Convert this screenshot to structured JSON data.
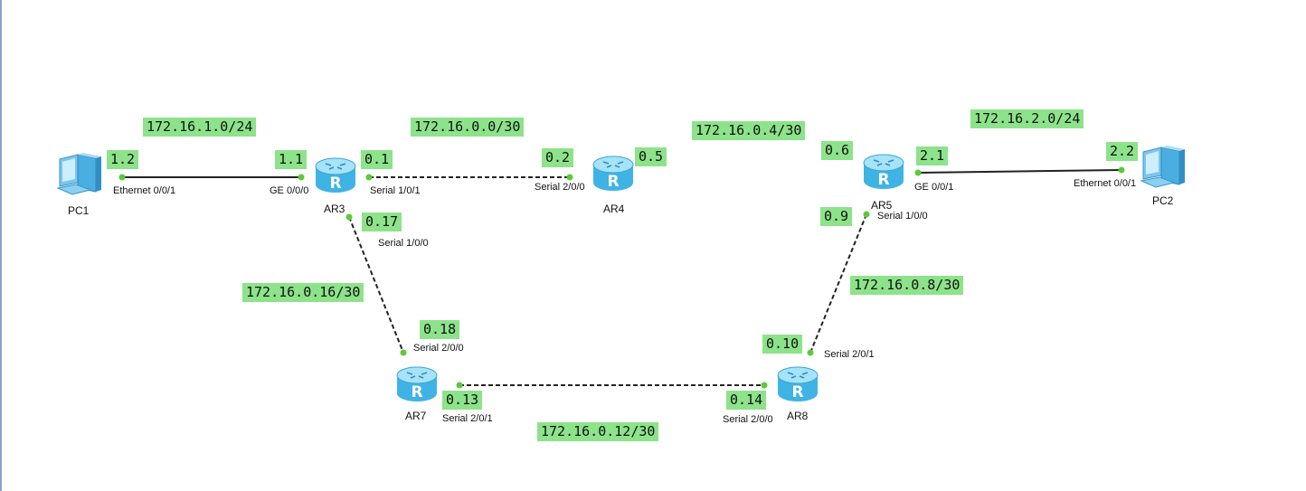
{
  "devices": {
    "pc1": "PC1",
    "pc2": "PC2",
    "ar3": "AR3",
    "ar4": "AR4",
    "ar5": "AR5",
    "ar7": "AR7",
    "ar8": "AR8"
  },
  "networks": {
    "pc1_ar3": "172.16.1.0/24",
    "ar3_ar4": "172.16.0.0/30",
    "ar4_ar5": "172.16.0.4/30",
    "ar5_pc2": "172.16.2.0/24",
    "ar3_ar7": "172.16.0.16/30",
    "ar5_ar8": "172.16.0.8/30",
    "ar7_ar8": "172.16.0.12/30"
  },
  "addresses": {
    "pc1": "1.2",
    "ar3_ge": "1.1",
    "ar3_s101": "0.1",
    "ar4_s200": "0.2",
    "ar4_other": "0.5",
    "ar5_upper": "0.6",
    "ar5_ge": "2.1",
    "pc2": "2.2",
    "ar3_s100": "0.17",
    "ar5_s100": "0.9",
    "ar7_s200": "0.18",
    "ar7_s201": "0.13",
    "ar8_s201": "0.10",
    "ar8_s200": "0.14"
  },
  "ports": {
    "pc1_eth": "Ethernet 0/0/1",
    "ar3_ge": "GE 0/0/0",
    "ar3_s101": "Serial 1/0/1",
    "ar4_s200": "Serial 2/0/0",
    "ar3_s100": "Serial 1/0/0",
    "ar7_s200": "Serial 2/0/0",
    "ar7_s201": "Serial 2/0/1",
    "ar8_s200": "Serial 2/0/0",
    "ar8_s201": "Serial 2/0/1",
    "ar5_ge": "GE 0/0/1",
    "ar5_s100": "Serial 1/0/0",
    "pc2_eth": "Ethernet 0/0/1"
  },
  "colors": {
    "label_bg": "#8de38a",
    "router_body": "#5fc3ea",
    "router_top": "#9fe0f7",
    "port_dot": "#5cc93a",
    "link": "#222222"
  },
  "icons": {
    "pc": "desktop-pc-icon",
    "router": "router-icon"
  }
}
